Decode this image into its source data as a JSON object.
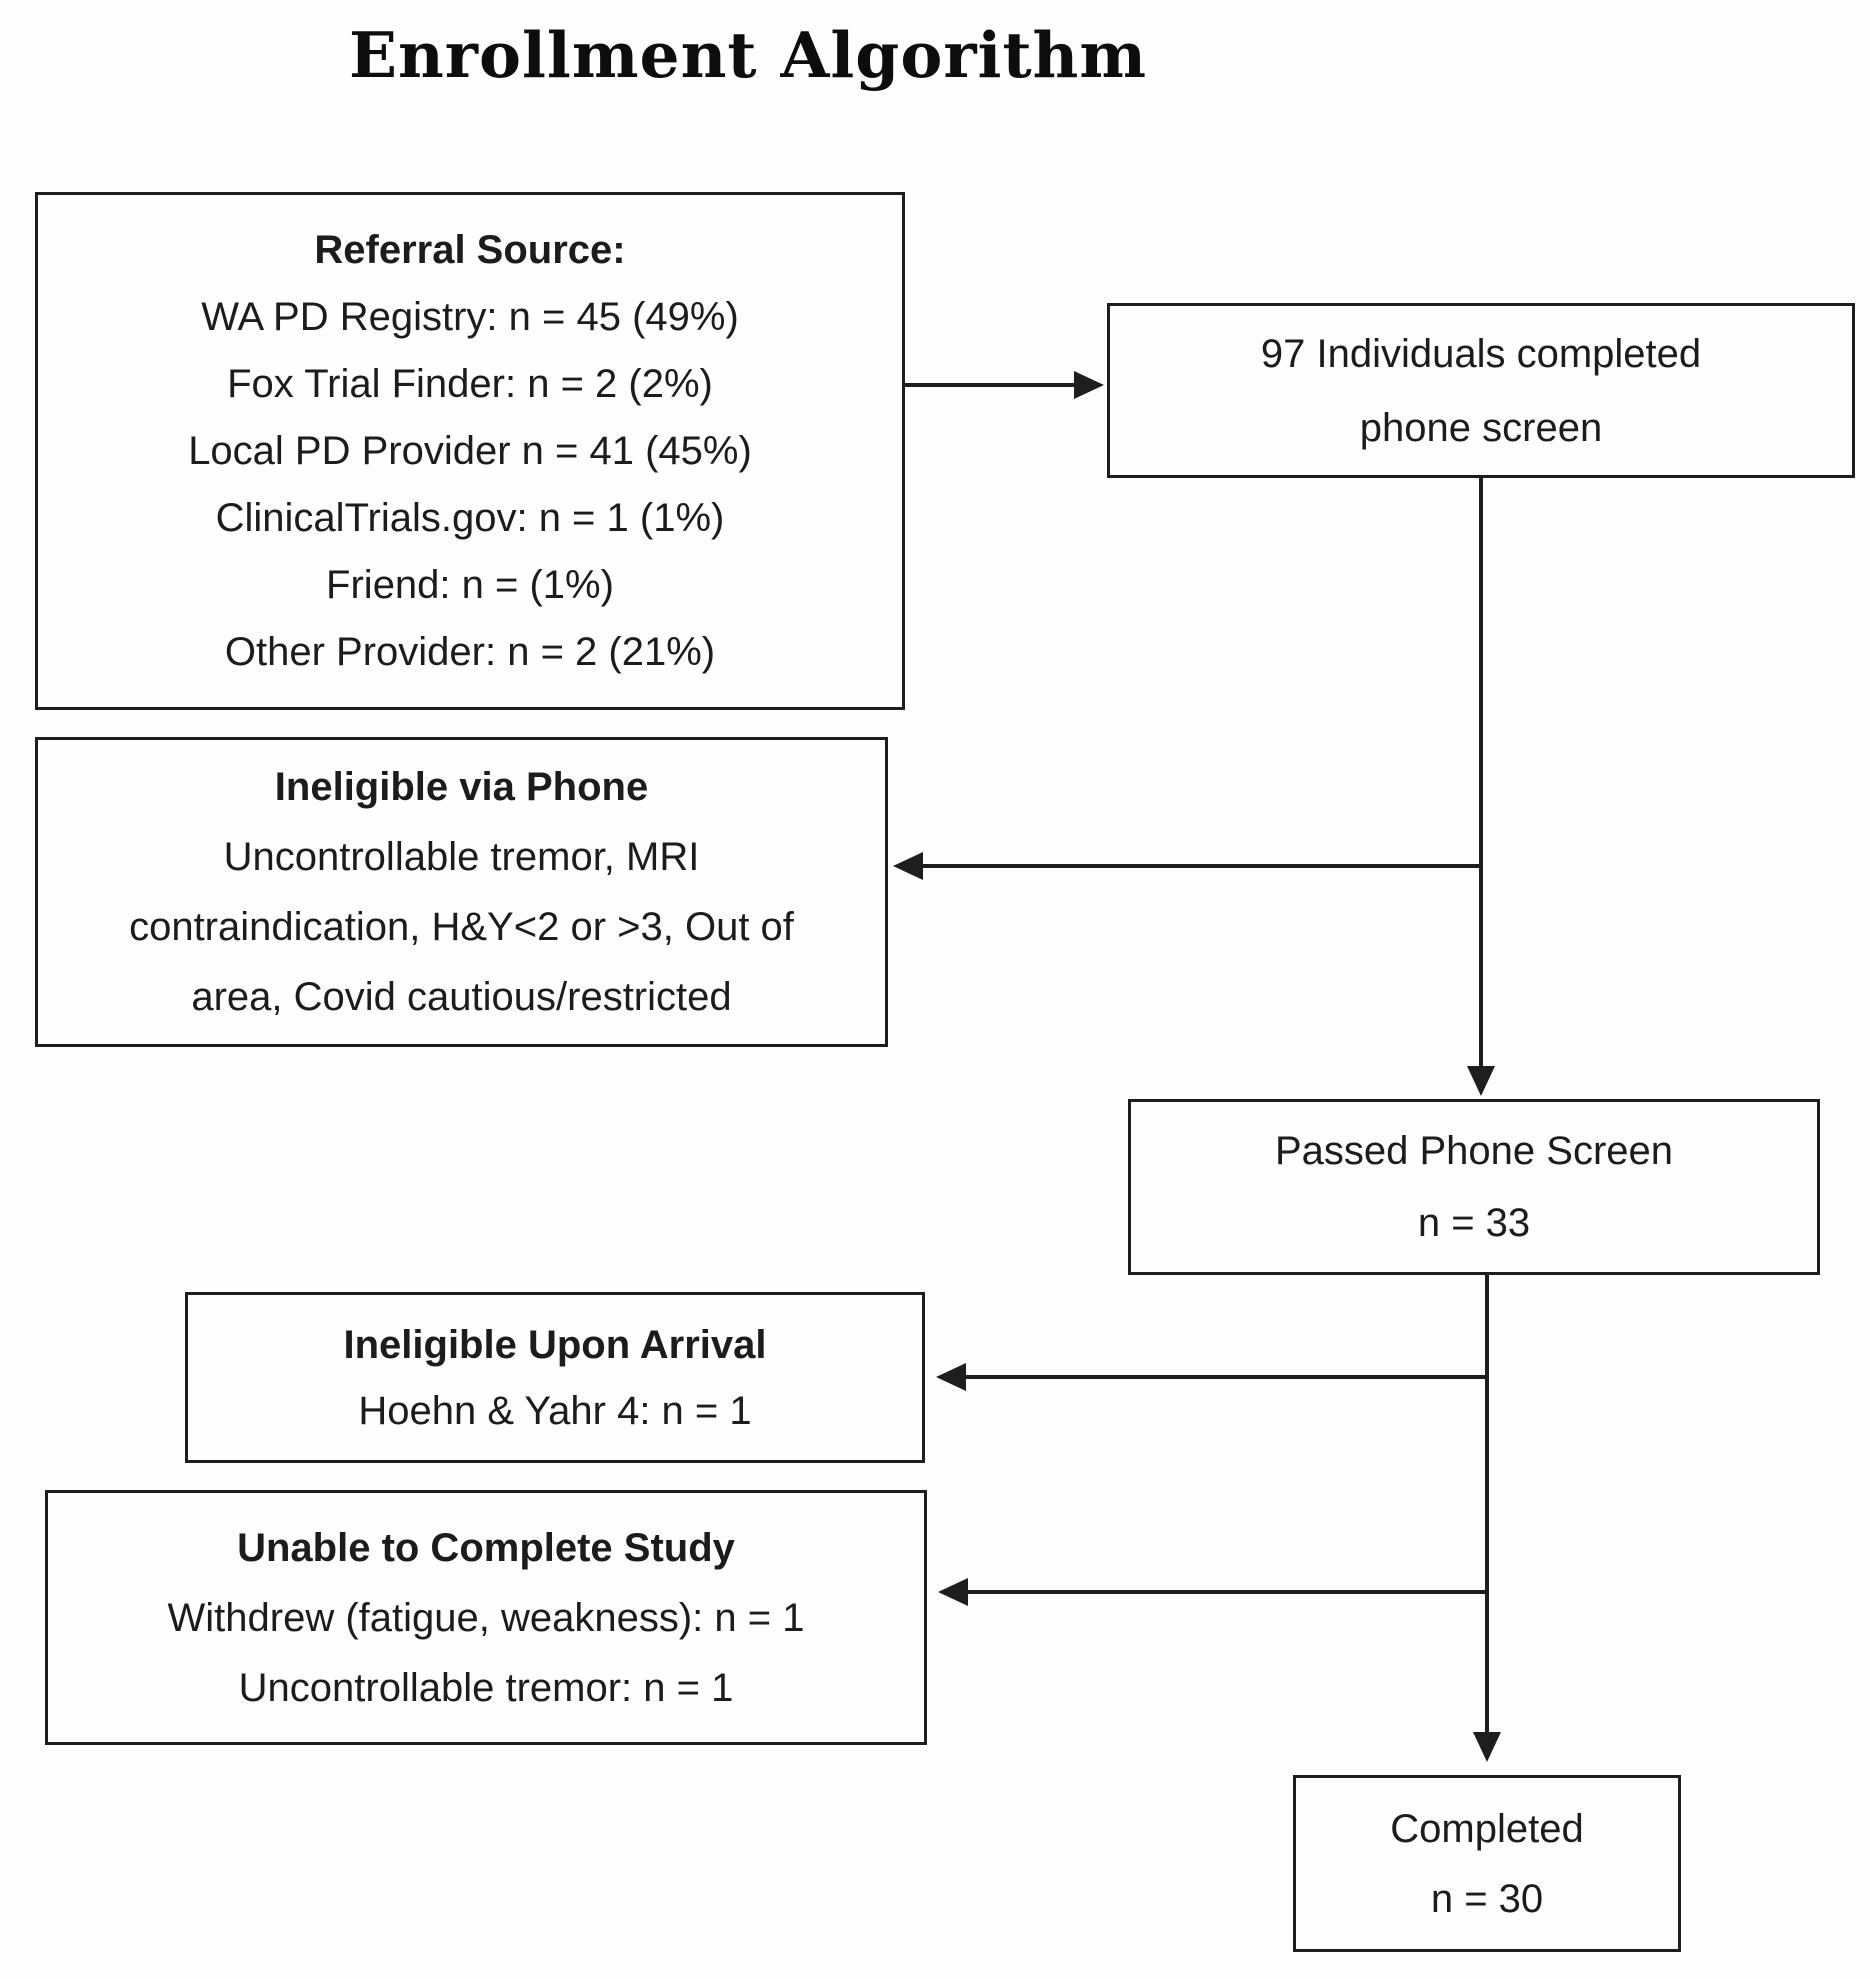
{
  "title": "Enrollment Algorithm",
  "boxes": {
    "referral_source": {
      "heading": "Referral Source:",
      "lines": [
        "WA PD Registry: n = 45 (49%)",
        "Fox Trial Finder: n = 2 (2%)",
        "Local PD Provider n = 41 (45%)",
        "ClinicalTrials.gov: n = 1 (1%)",
        "Friend: n = (1%)",
        "Other Provider: n = 2 (21%)"
      ]
    },
    "phone_screen": {
      "lines": [
        "97 Individuals completed",
        "phone screen"
      ]
    },
    "ineligible_phone": {
      "heading": "Ineligible via Phone",
      "lines": [
        "Uncontrollable tremor, MRI",
        "contraindication, H&Y<2 or >3, Out of",
        "area, Covid cautious/restricted"
      ]
    },
    "passed_phone": {
      "lines": [
        "Passed Phone Screen",
        "n = 33"
      ]
    },
    "ineligible_arrival": {
      "heading": "Ineligible Upon Arrival",
      "lines": [
        "Hoehn & Yahr 4: n = 1"
      ]
    },
    "unable_complete": {
      "heading": "Unable to Complete Study",
      "lines": [
        "Withdrew (fatigue, weakness): n = 1",
        "Uncontrollable tremor: n = 1"
      ]
    },
    "completed": {
      "lines": [
        "Completed",
        "n = 30"
      ]
    }
  },
  "colors": {
    "background": "#fefefe",
    "line": "#1e1e1e",
    "text": "#1c1c1c"
  }
}
